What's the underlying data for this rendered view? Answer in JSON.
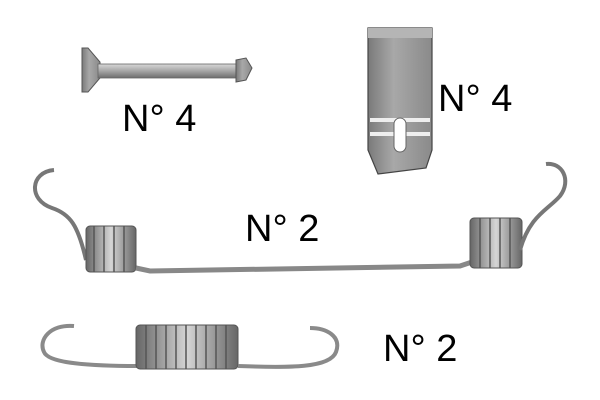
{
  "parts": [
    {
      "name": "pin",
      "label": "N° 4"
    },
    {
      "name": "clip",
      "label": "N° 4"
    },
    {
      "name": "long-spring",
      "label": "N° 2"
    },
    {
      "name": "short-spring",
      "label": "N° 2"
    }
  ],
  "colors": {
    "metal_light": "#c8c8c8",
    "metal_mid": "#9a9a9a",
    "metal_dark": "#5a5a5a",
    "background": "#ffffff"
  }
}
